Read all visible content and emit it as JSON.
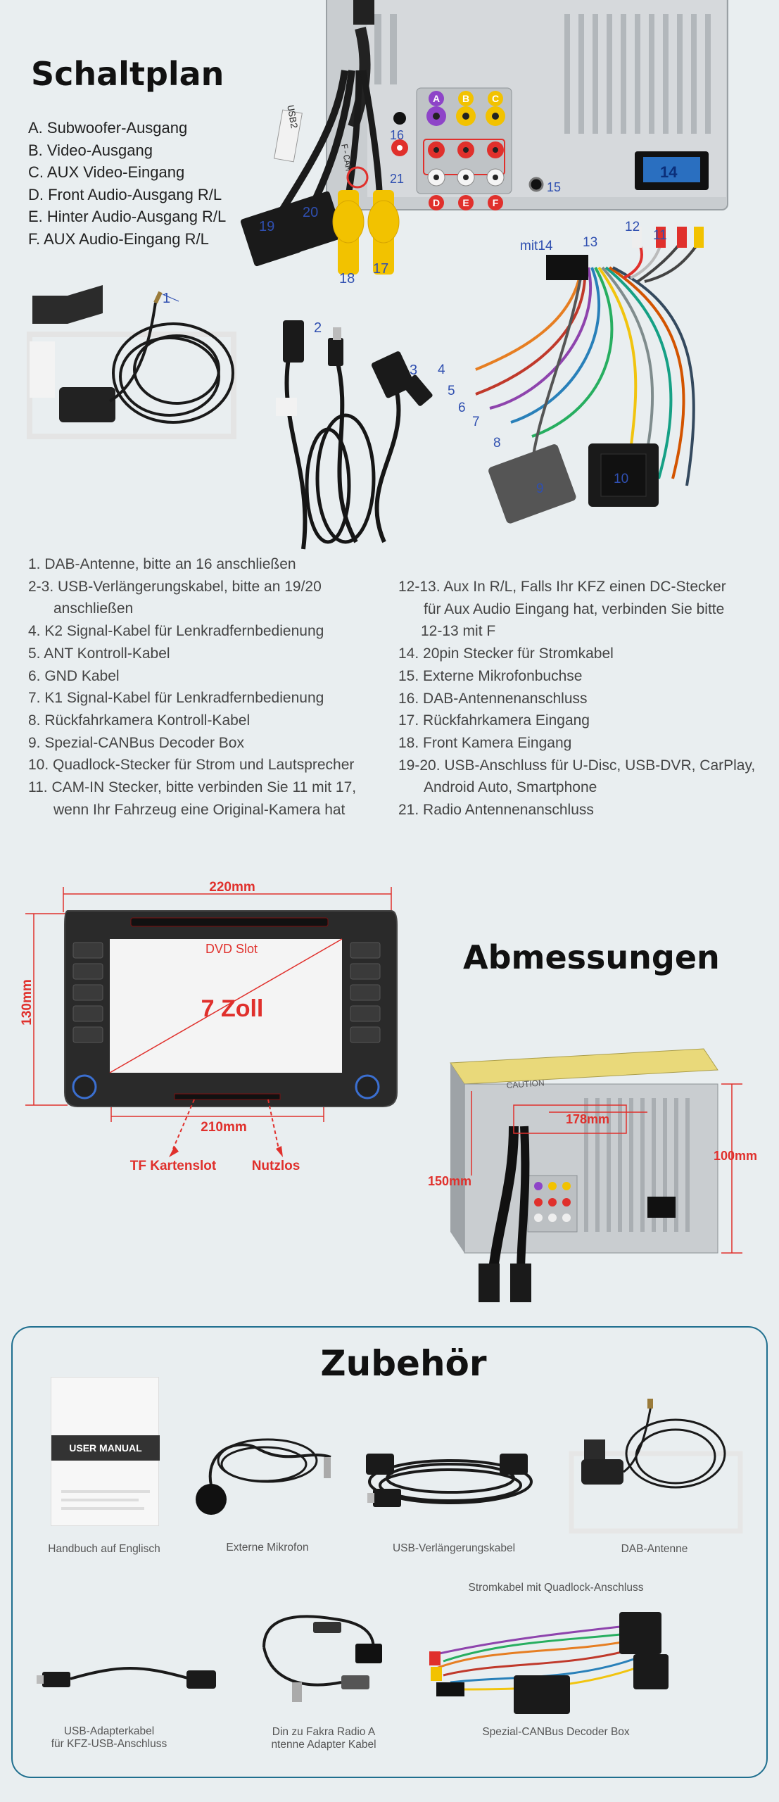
{
  "schaltplan": {
    "title": "Schaltplan",
    "legend": [
      "A. Subwoofer-Ausgang",
      "B. Video-Ausgang",
      "C. AUX Video-Eingang",
      "D. Front Audio-Ausgang R/L",
      "E. Hinter Audio-Ausgang R/L",
      "F. AUX Audio-Eingang R/L"
    ],
    "port_letters": [
      "A",
      "B",
      "C",
      "D",
      "E",
      "F"
    ],
    "port_numbers": {
      "n14": "14",
      "n15": "15",
      "n16": "16",
      "n17": "17",
      "n18": "18",
      "n19": "19",
      "n20": "20",
      "n21": "21"
    },
    "cable_labels": {
      "usb2": "USB2",
      "fcam": "F-CAM"
    },
    "cable_numbers": {
      "c1": "1",
      "c2": "2",
      "c3": "3",
      "c4": "4",
      "c5": "5",
      "c6": "6",
      "c7": "7",
      "c8": "8",
      "c9": "9",
      "c10": "10",
      "c11": "11",
      "c12": "12",
      "c13": "13",
      "mit14": "mit14"
    },
    "desc_left": [
      "1. DAB-Antenne, bitte an 16 anschließen",
      "2-3. USB-Verlängerungskabel, bitte an 19/20",
      "anschließen",
      "4. K2 Signal-Kabel für Lenkradfernbedienung",
      "5. ANT Kontroll-Kabel",
      "6. GND Kabel",
      "7. K1 Signal-Kabel für Lenkradfernbedienung",
      "8. Rückfahrkamera Kontroll-Kabel",
      "9. Spezial-CANBus Decoder Box",
      "10. Quadlock-Stecker für Strom und Lautsprecher",
      "11. CAM-IN Stecker, bitte verbinden Sie 11 mit 17,",
      "wenn Ihr Fahrzeug eine Original-Kamera hat"
    ],
    "desc_right": [
      "12-13. Aux In R/L, Falls Ihr KFZ einen DC-Stecker",
      "für Aux Audio Eingang hat, verbinden Sie bitte",
      "12-13 mit F",
      "14. 20pin Stecker für Stromkabel",
      "15. Externe Mikrofonbuchse",
      "16. DAB-Antennenanschluss",
      "17. Rückfahrkamera Eingang",
      "18. Front Kamera Eingang",
      "19-20. USB-Anschluss für U-Disc, USB-DVR, CarPlay,",
      "Android Auto, Smartphone",
      "21. Radio Antennenanschluss"
    ]
  },
  "abmessungen": {
    "title": "Abmessungen",
    "width_top": "220mm",
    "height_left": "130mm",
    "width_bottom": "210mm",
    "dvd_slot": "DVD Slot",
    "screen_size": "7 Zoll",
    "tf_slot": "TF Kartenslot",
    "unused": "Nutzlos",
    "depth_top": "178mm",
    "depth_side": "150mm",
    "box_height": "100mm",
    "caution": "CAUTION"
  },
  "zubehoer": {
    "title": "Zubehör",
    "manual_cover": "USER MANUAL",
    "items": [
      "Handbuch auf Englisch",
      "Externe Mikrofon",
      "USB-Verlängerungskabel",
      "DAB-Antenne",
      "Stromkabel mit Quadlock-Anschluss",
      "USB-Adapterkabel",
      "für KFZ-USB-Anschluss",
      "Din zu Fakra Radio A",
      "ntenne Adapter Kabel",
      "Spezial-CANBus Decoder Box"
    ]
  },
  "colors": {
    "accent_blue": "#2f4fb0",
    "number_red": "#e0302c",
    "frame_teal": "#1f6f8f",
    "port_purple": "#8e44c8",
    "port_yellow": "#f2c200"
  }
}
